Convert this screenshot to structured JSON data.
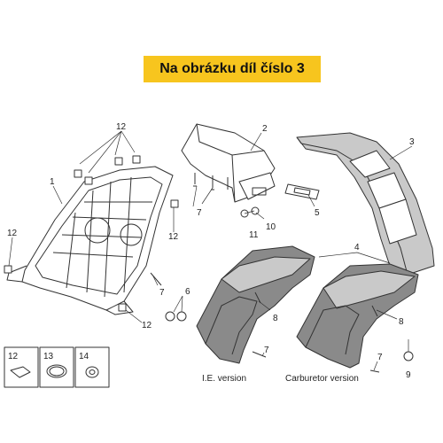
{
  "banner": {
    "text": "Na obrázku díl číslo 3",
    "color": "#f7c51e"
  },
  "callouts": {
    "c1": "1",
    "c2": "2",
    "c3": "3",
    "c4": "4",
    "c5": "5",
    "c6": "6",
    "c7a": "7",
    "c7b": "7",
    "c7c": "7",
    "c7d": "7",
    "c8a": "8",
    "c8b": "8",
    "c9": "9",
    "c10": "10",
    "c11": "11",
    "c12a": "12",
    "c12b": "12",
    "c12c": "12",
    "c12d": "12"
  },
  "legend": {
    "l12": "12",
    "l13": "13",
    "l14": "14"
  },
  "versions": {
    "ie": "I.E. version",
    "carb": "Carburetor version"
  },
  "colors": {
    "line": "#333333",
    "fill_part": "#ffffff",
    "fill_shaded": "#c9c9c9",
    "fill_dark": "#7a7a7a"
  }
}
